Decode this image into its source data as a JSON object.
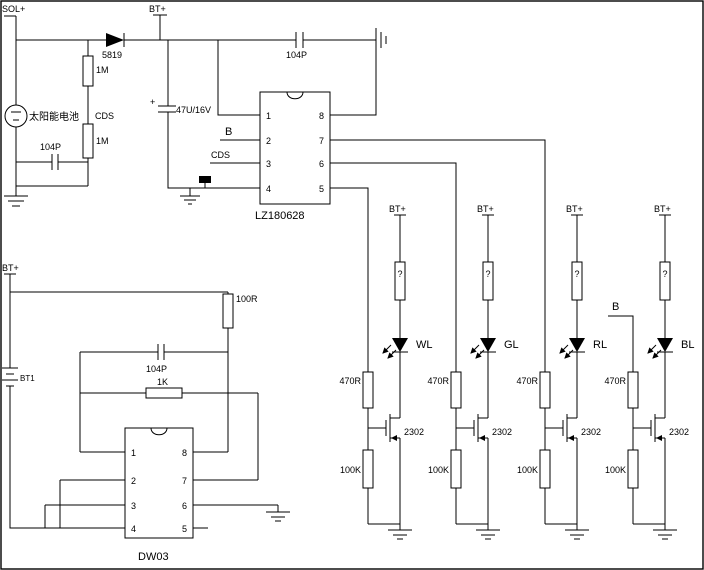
{
  "meta": {
    "type": "circuit-schematic",
    "description": "Solar LED lamp controller schematic"
  },
  "colors": {
    "line": "#000000",
    "background": "#ffffff"
  },
  "top": {
    "sol_label": "SOL+",
    "diode_label": "5819",
    "bt_label": "BT+",
    "cap_top_label": "104P",
    "res_upper_label": "1M",
    "cds_label": "CDS",
    "res_lower_label": "1M",
    "cap_left_label": "104P",
    "solar_cell_label": "太阳能电池",
    "elec_cap_plus": "+",
    "elec_cap_label": "47U/16V"
  },
  "ic1": {
    "name": "LZ180628",
    "b_label": "B",
    "cds_label": "CDS",
    "pins_left": [
      "1",
      "2",
      "3",
      "4"
    ],
    "pins_right": [
      "8",
      "7",
      "6",
      "5"
    ]
  },
  "b_net_label": "B",
  "channels": [
    {
      "bt_label": "BT+",
      "top_res_label": "?",
      "led_label": "WL",
      "gate_res_label": "470R",
      "fet_label": "2302",
      "pull_res_label": "100K"
    },
    {
      "bt_label": "BT+",
      "top_res_label": "?",
      "led_label": "GL",
      "gate_res_label": "470R",
      "fet_label": "2302",
      "pull_res_label": "100K"
    },
    {
      "bt_label": "BT+",
      "top_res_label": "?",
      "led_label": "RL",
      "gate_res_label": "470R",
      "fet_label": "2302",
      "pull_res_label": "100K"
    },
    {
      "bt_label": "BT+",
      "top_res_label": "?",
      "led_label": "BL",
      "gate_res_label": "470R",
      "fet_label": "2302",
      "pull_res_label": "100K"
    }
  ],
  "bottom": {
    "bt_label": "BT+",
    "battery_label": "BT1",
    "res_100r_label": "100R",
    "cap_label": "104P",
    "res_1k_label": "1K",
    "ic2": {
      "name": "DW03",
      "pins_left": [
        "1",
        "2",
        "3",
        "4"
      ],
      "pins_right": [
        "8",
        "7",
        "6",
        "5"
      ]
    }
  }
}
